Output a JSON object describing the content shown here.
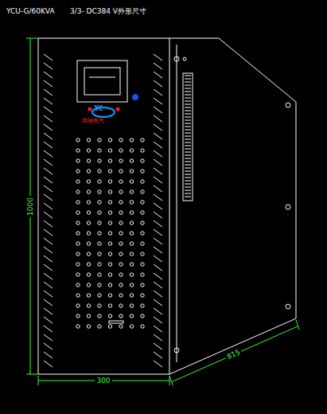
{
  "diagram": {
    "labels": [
      "YCU-G/60KVA",
      "3/3- DC384 V",
      "外形尺寸",
      "YC",
      "英驰电气",
      "1000",
      "300",
      "815"
    ]
  }
}
